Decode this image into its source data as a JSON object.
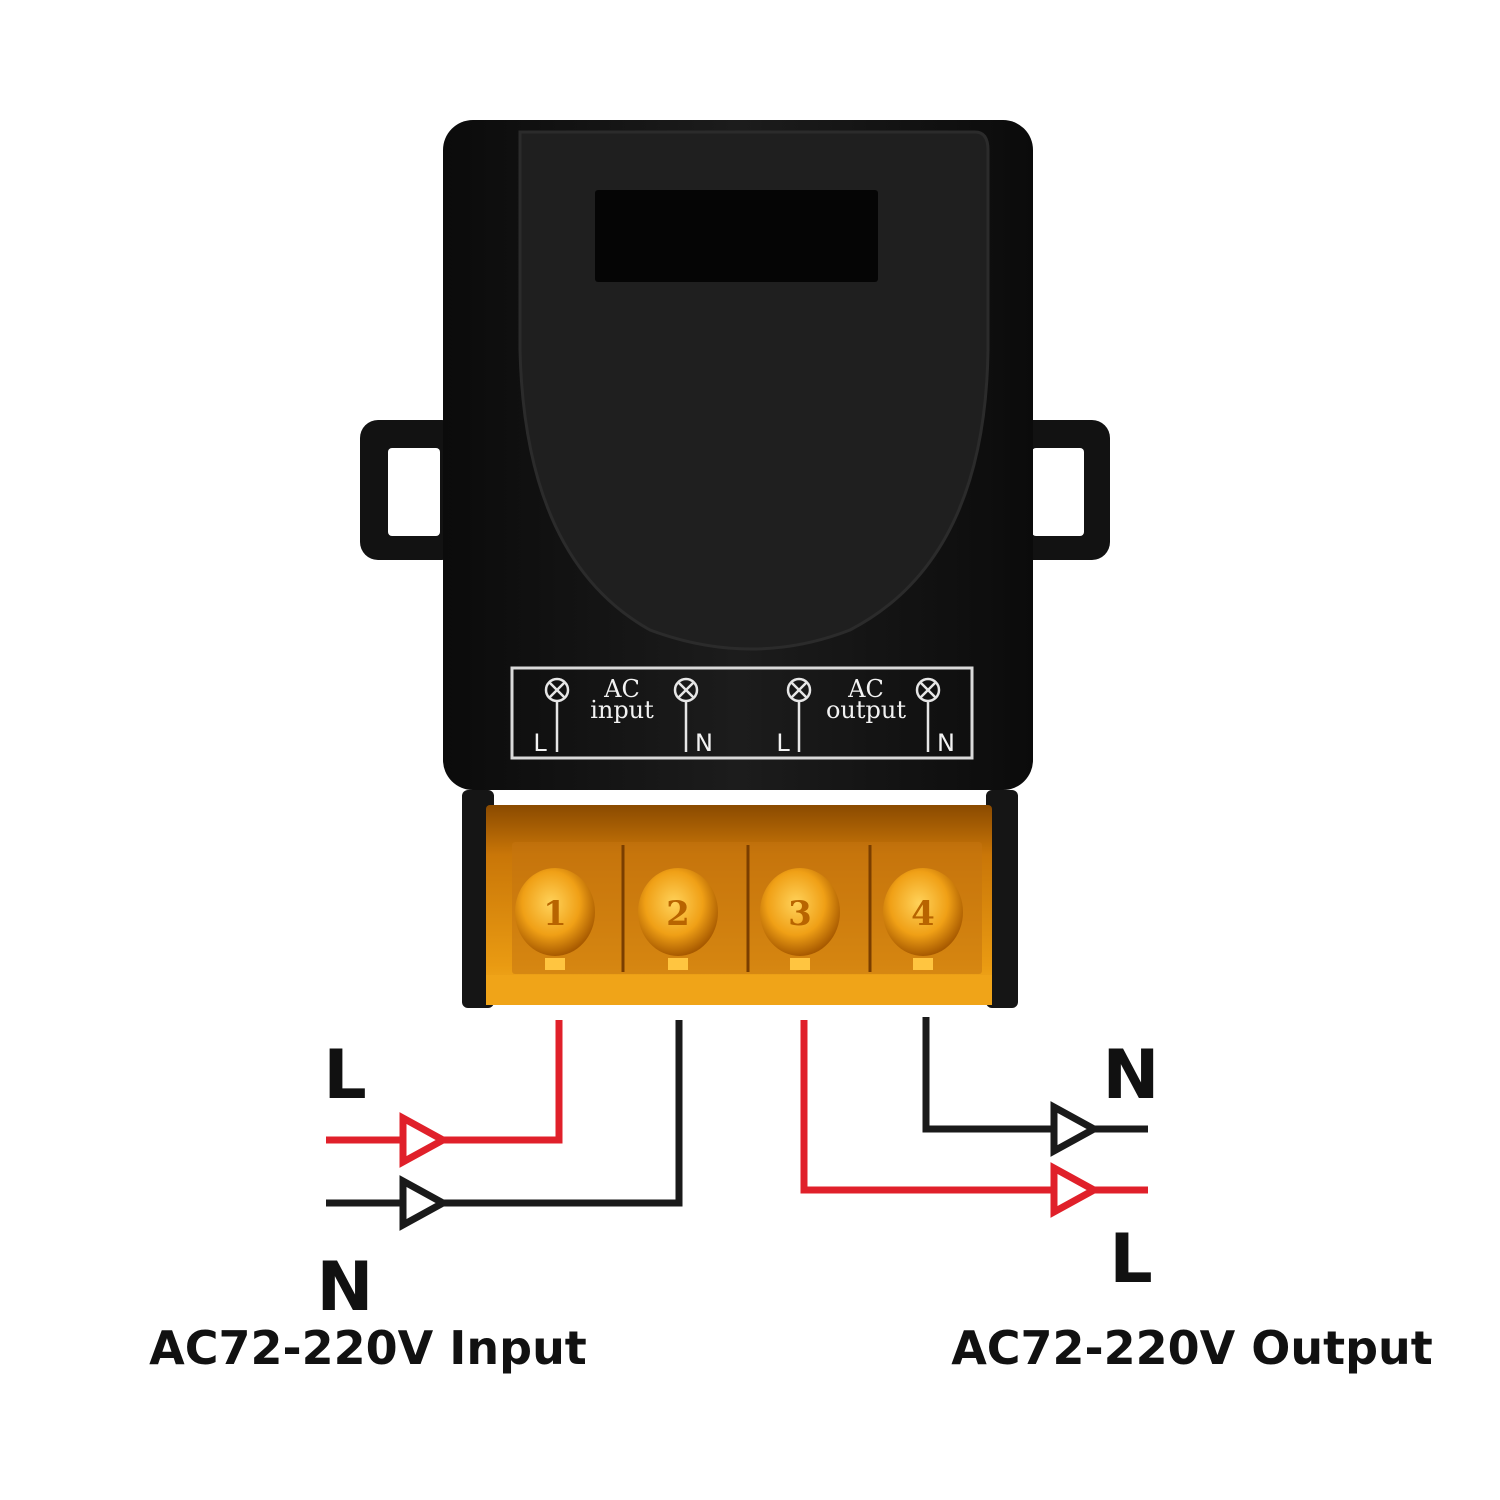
{
  "panel": {
    "left_title": "AC",
    "left_sub": "input",
    "right_title": "AC",
    "right_sub": "output",
    "terminal_labels": [
      "L",
      "N",
      "L",
      "N"
    ]
  },
  "terminals": [
    "1",
    "2",
    "3",
    "4"
  ],
  "wiring": {
    "input_line": "L",
    "input_neutral": "N",
    "output_neutral": "N",
    "output_line": "L"
  },
  "captions": {
    "input": "AC72-220V Input",
    "output": "AC72-220V Output"
  },
  "colors": {
    "line_wire": "#e0202a",
    "neutral_wire": "#1a1a1a",
    "housing": "#141414",
    "terminal_cover": "#e8930c"
  }
}
